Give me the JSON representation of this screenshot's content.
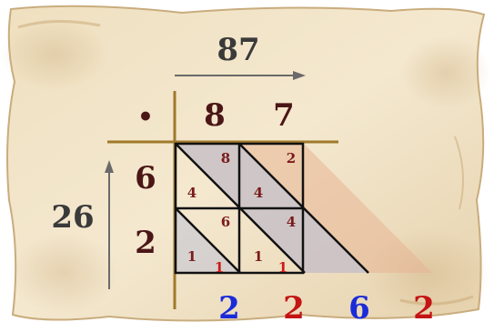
{
  "multiplication": {
    "top_factor_label": "87",
    "left_factor_label": "26",
    "corner_symbol": "•",
    "top_digits": [
      "8",
      "7"
    ],
    "left_digits": [
      "6",
      "2"
    ],
    "cells": [
      [
        {
          "tens": "4",
          "units": "8"
        },
        {
          "tens": "4",
          "units": "2"
        }
      ],
      [
        {
          "tens": "1",
          "units": "6"
        },
        {
          "tens": "1",
          "units": "4"
        }
      ]
    ],
    "carries": [
      "1",
      "1"
    ],
    "result_digits": [
      "2",
      "2",
      "6",
      "2"
    ]
  },
  "colors": {
    "digit_dark": "#4a1616",
    "factor_label": "#3a3a3a",
    "cell_digit": "#7a1a1a",
    "carry": "#cc1a1a",
    "result_blue": "#1a2bd9",
    "result_red": "#c41414",
    "frame": "#a07a2a",
    "arrow": "#6a6a6a",
    "shade_gray": "#bfc3d6",
    "shade_peach": "#e8b494"
  }
}
